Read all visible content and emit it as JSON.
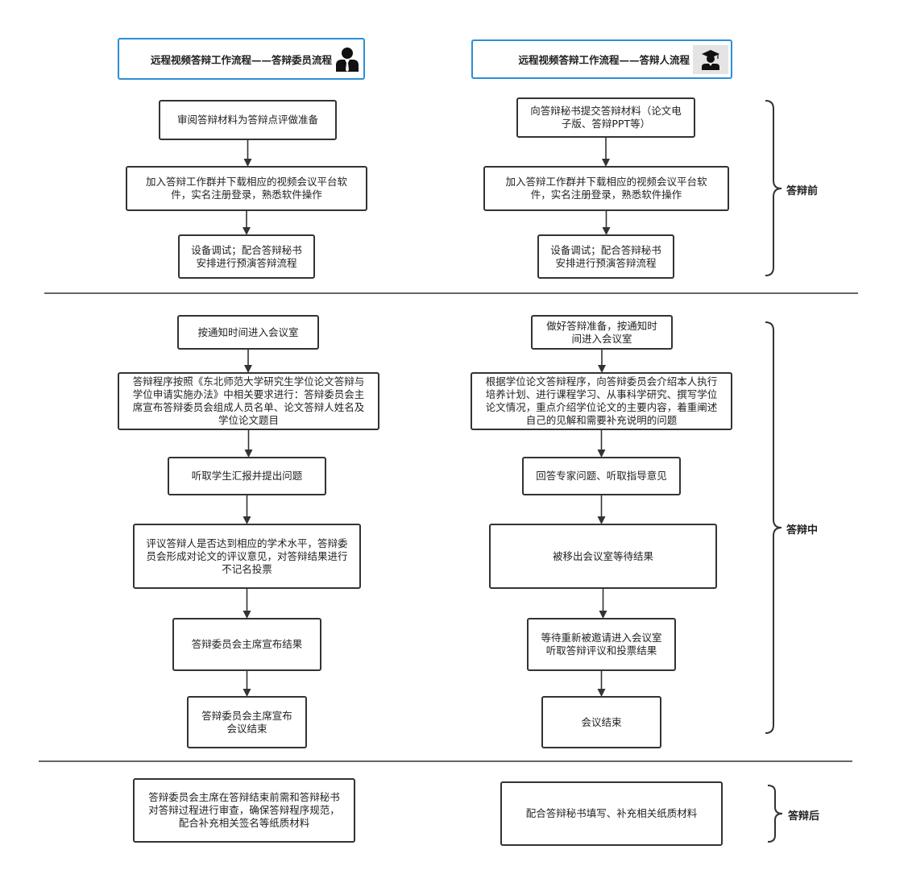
{
  "committee": {
    "header": "远程视频答辩工作流程——答辩委员流程",
    "icon": "person-suit-icon",
    "before": [
      "审阅答辩材料为答辩点评做准备",
      "加入答辩工作群并下载相应的视频会议平台软\n件，实名注册登录，熟悉软件操作",
      "设备调试；配合答辩秘书\n安排进行预演答辩流程"
    ],
    "during": [
      "按通知时间进入会议室",
      "答辩程序按照《东北师范大学研究生学位论文答辩与\n学位申请实施办法》中相关要求进行：答辩委员会主\n席宣布答辩委员会组成人员名单、论文答辩人姓名及\n学位论文题目",
      "听取学生汇报并提出问题",
      "评议答辩人是否达到相应的学术水平，答辩委\n员会形成对论文的评议意见，对答辩结果进行\n不记名投票",
      "答辩委员会主席宣布结果",
      "答辩委员会主席宣布\n会议结束"
    ],
    "after": [
      "答辩委员会主席在答辩结束前需和答辩秘书\n对答辩过程进行审查，确保答辩程序规范，\n配合补充相关签名等纸质材料"
    ]
  },
  "student": {
    "header": "远程视频答辩工作流程——答辩人流程",
    "icon": "graduate-cap-icon",
    "before": [
      "向答辩秘书提交答辩材料（论文电\n子版、答辩PPT等）",
      "加入答辩工作群并下载相应的视频会议平台软\n件，实名注册登录，熟悉软件操作",
      "设备调试；配合答辩秘书\n安排进行预演答辩流程"
    ],
    "during": [
      "做好答辩准备，按通知时\n间进入会议室",
      "根据学位论文答辩程序，向答辩委员会介绍本人执行\n培养计划、进行课程学习、从事科学研究、撰写学位\n论文情况，重点介绍学位论文的主要内容，着重阐述\n自己的见解和需要补充说明的问题",
      "回答专家问题、听取指导意见",
      "被移出会议室等待结果",
      "等待重新被邀请进入会议室\n听取答辩评议和投票结果",
      "会议结束"
    ],
    "after": [
      "配合答辩秘书填写、补充相关纸质材料"
    ]
  },
  "phases": [
    "答辩前",
    "答辩中",
    "答辩后"
  ],
  "colors": {
    "header_border": "#2b8fd8",
    "line": "#333333",
    "icon": "#111111"
  }
}
